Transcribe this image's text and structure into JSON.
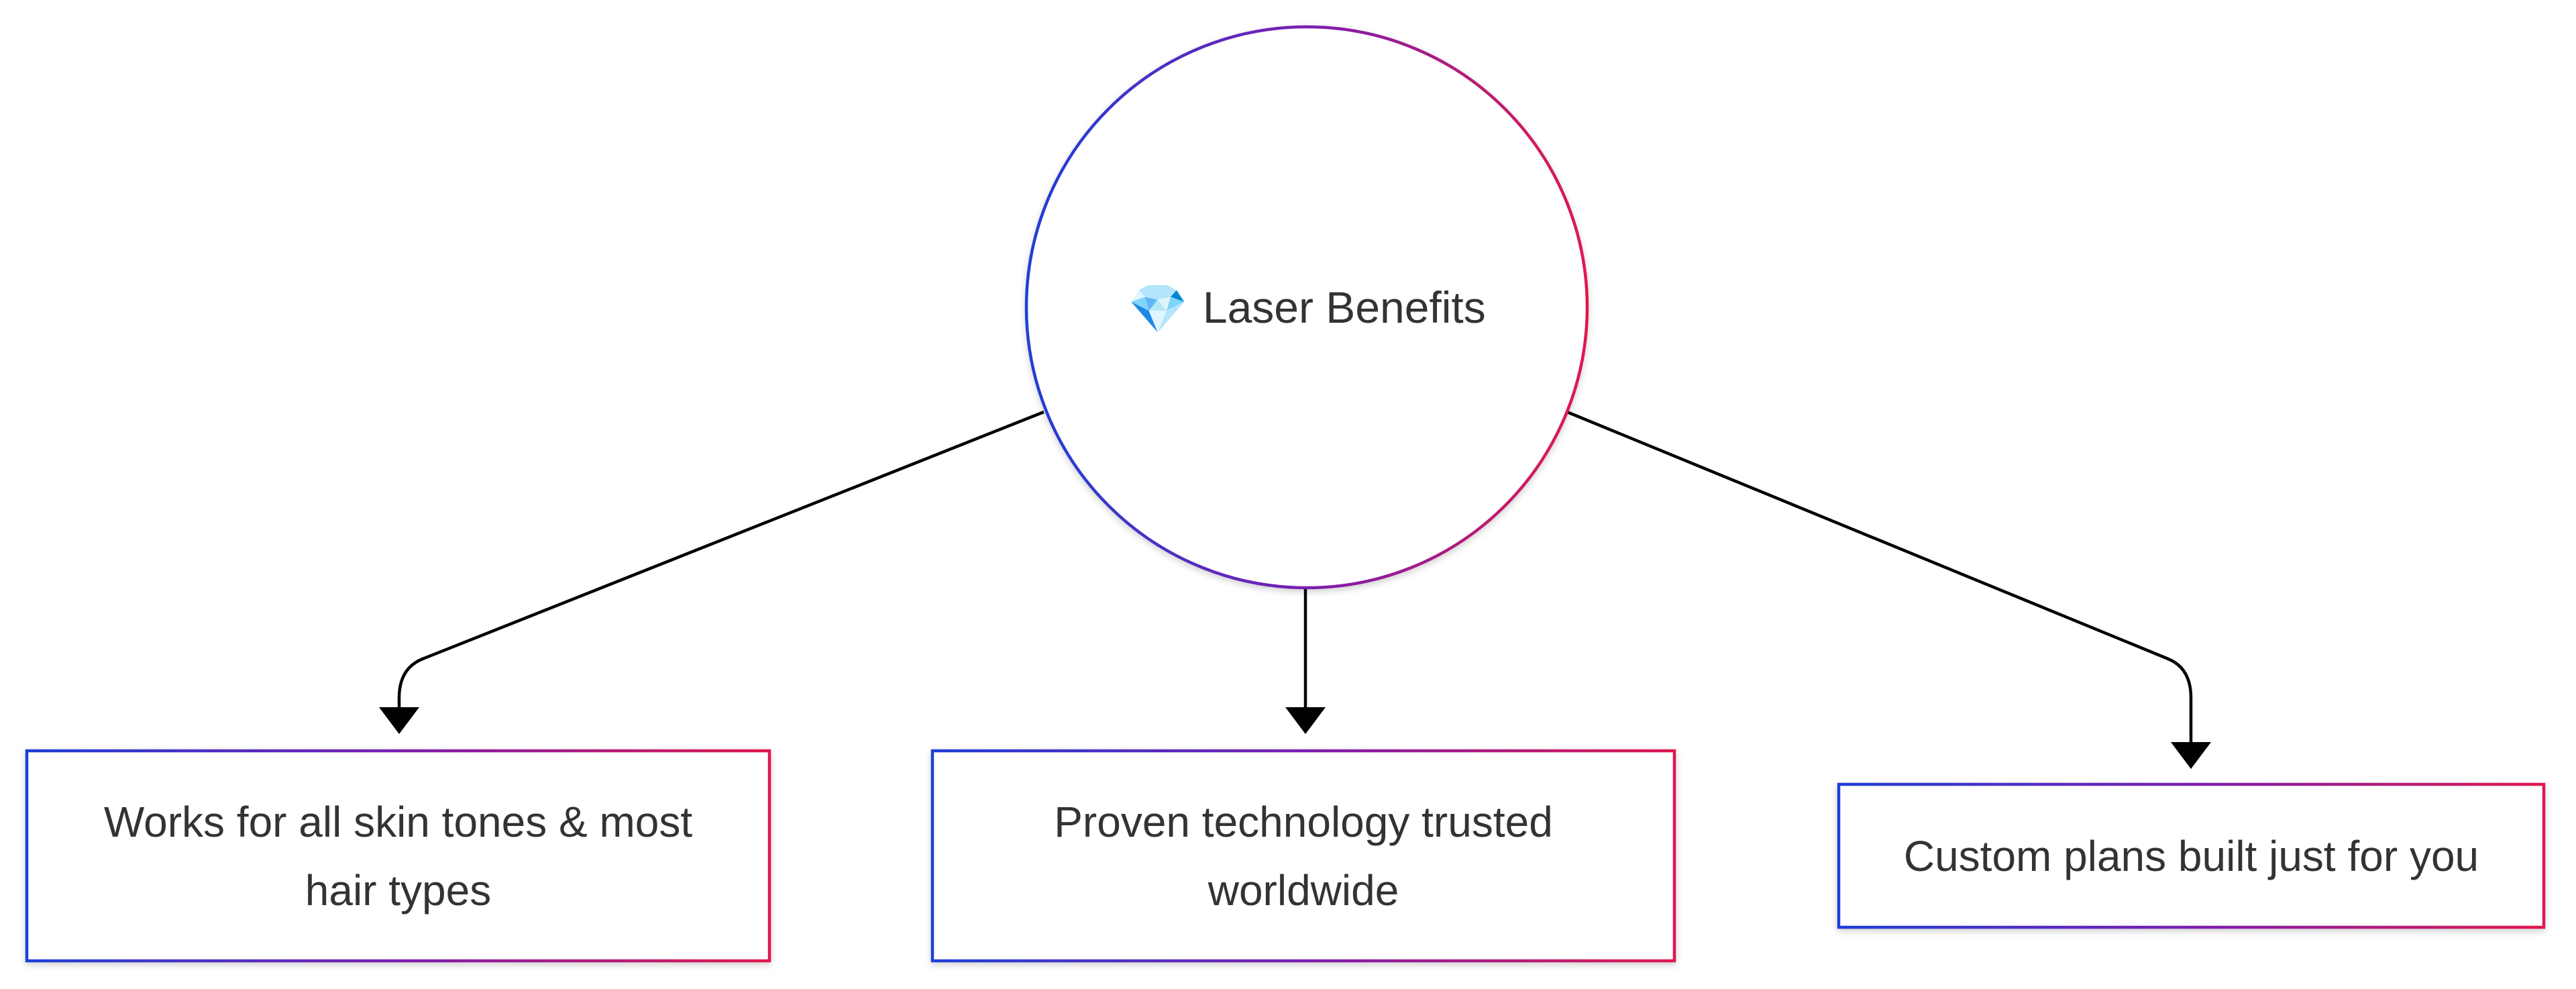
{
  "diagram": {
    "center": {
      "icon": "gem-icon",
      "label": "Laser Benefits"
    },
    "benefits": [
      {
        "label": "Works for all skin tones & most hair types"
      },
      {
        "label": "Proven technology trusted worldwide"
      },
      {
        "label": "Custom plans built just for you"
      }
    ],
    "colors": {
      "gradient_start": "#1f3fd6",
      "gradient_mid": "#7a1fb0",
      "gradient_end": "#e0194f",
      "arrow": "#000000",
      "text": "#333333"
    }
  }
}
